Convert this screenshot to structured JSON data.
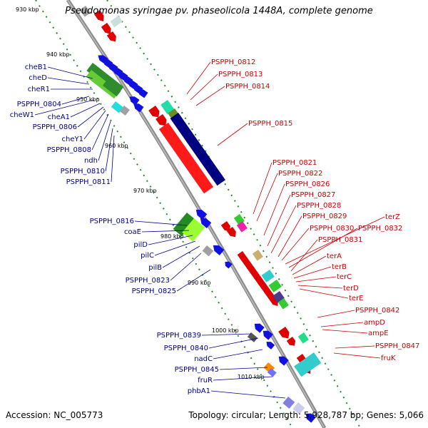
{
  "title": "Pseudomonas syringae pv. phaseolicola 1448A, complete genome",
  "footer": {
    "accession": "Accession: NC_005773",
    "summary": "Topology: circular; Length: 5,928,787 bp; Genes: 5,066"
  },
  "colors": {
    "forward_gene": "#e00000",
    "reverse_gene": "#1010e0",
    "label_left": "#00008b",
    "label_right": "#cc0000",
    "backbone": "#8c8c8c",
    "tick_dots": "#228b22"
  },
  "ticks": [
    "930 kbp",
    "940 kbp",
    "950 kbp",
    "960 kbp",
    "970 kbp",
    "980 kbp",
    "990 kbp",
    "1000 kbp",
    "1010 kbp"
  ],
  "left_labels": [
    "cheB1",
    "cheD",
    "cheR1",
    "PSPPH_0804",
    "cheW1",
    "cheA1",
    "PSPPH_0806",
    "cheY1",
    "PSPPH_0808",
    "ndh",
    "PSPPH_0810",
    "PSPPH_0811",
    "PSPPH_0816",
    "coaE",
    "pilD",
    "pilC",
    "pilB",
    "PSPPH_0823",
    "PSPPH_0825",
    "PSPPH_0839",
    "PSPPH_0840",
    "nadC",
    "PSPPH_0845",
    "fruR",
    "phbA1"
  ],
  "right_labels": [
    "PSPPH_0812",
    "PSPPH_0813",
    "PSPPH_0814",
    "PSPPH_0815",
    "PSPPH_0821",
    "PSPPH_0822",
    "PSPPH_0826",
    "PSPPH_0827",
    "PSPPH_0828",
    "PSPPH_0829",
    "PSPPH_0830",
    "terZ",
    "PSPPH_0832",
    "PSPPH_0831",
    "terA",
    "terB",
    "terC",
    "terD",
    "terE",
    "PSPPH_0842",
    "ampD",
    "ampE",
    "PSPPH_0847",
    "fruK"
  ]
}
